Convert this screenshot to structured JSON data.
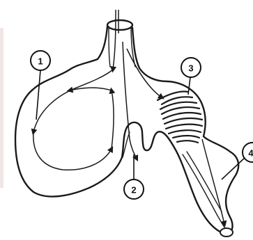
{
  "figure": {
    "background": "#ffffff",
    "fill_color": "#b9b9b9",
    "line_color": "#1a1a1a"
  },
  "callouts": [
    {
      "id": "1",
      "label": "1"
    },
    {
      "id": "2",
      "label": "2"
    },
    {
      "id": "3",
      "label": "3"
    },
    {
      "id": "4",
      "label": "4"
    }
  ]
}
